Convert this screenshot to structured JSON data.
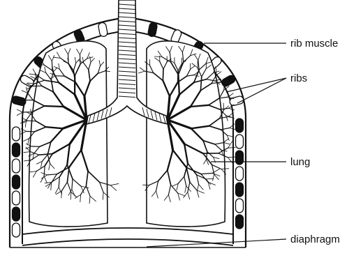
{
  "labels": {
    "rib_muscle": "rib muscle",
    "ribs": "ribs",
    "lung": "lung",
    "diaphragm": "diaphragm"
  },
  "colors": {
    "line": "#111111",
    "rib_dark": "#111111",
    "rib_light": "#ffffff",
    "background": "#ffffff"
  }
}
